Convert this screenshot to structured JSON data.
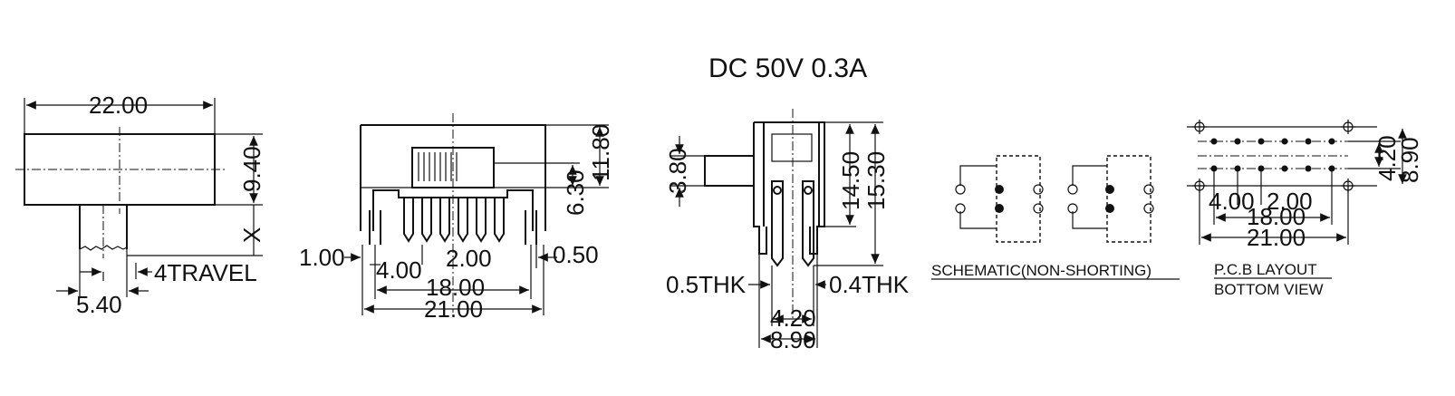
{
  "title": "DC  50V  0.3A",
  "side_view": {
    "width": "22.00",
    "height": "9.40",
    "x_mark": "X",
    "actuator": "5.40",
    "travel": "4TRAVEL"
  },
  "front_view": {
    "height_total": "11.80",
    "height_body": "6.30",
    "pin_width": "1.00",
    "pitch_small": "4.00",
    "pitch": "2.00",
    "pin_thk": "0.50",
    "span_inner": "18.00",
    "span_outer": "21.00"
  },
  "end_view": {
    "actuator_h": "3.80",
    "height_a": "14.50",
    "height_b": "15.30",
    "thk_left": "0.5THK",
    "thk_right": "0.4THK",
    "spacing": "4.20",
    "width": "8.90"
  },
  "schematic": {
    "label": "SCHEMATIC(NON-SHORTING)"
  },
  "pcb": {
    "label_1": "P.C.B LAYOUT",
    "label_2": "BOTTOM VIEW",
    "dim_a": "4.00",
    "dim_b": "2.00",
    "dim_c": "18.00",
    "dim_d": "21.00",
    "dim_e": "4.20",
    "dim_f": "8.90"
  }
}
